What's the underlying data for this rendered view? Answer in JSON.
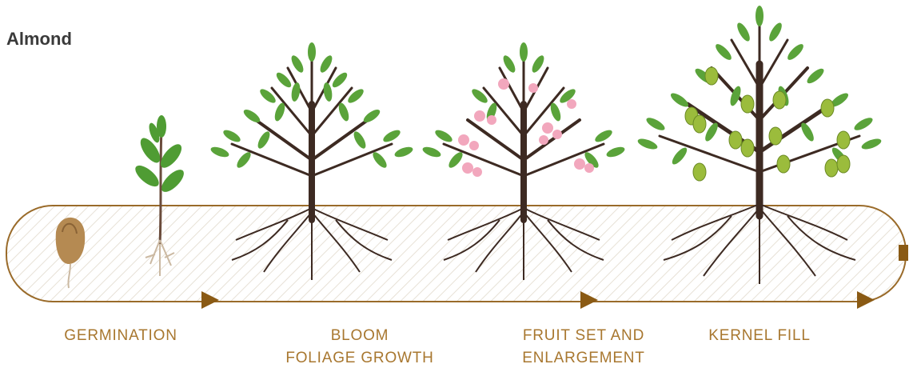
{
  "title": "Almond",
  "stages": {
    "germination": {
      "line1": "GERMINATION",
      "line2": ""
    },
    "bloom": {
      "line1": "BLOOM",
      "line2": "FOLIAGE GROWTH"
    },
    "fruit_set": {
      "line1": "FRUIT SET AND",
      "line2": "ENLARGEMENT"
    },
    "kernel_fill": {
      "line1": "KERNEL FILL",
      "line2": ""
    }
  },
  "colors": {
    "track_outline": "#9a6b2a",
    "arrow": "#8a5a14",
    "label": "#a8772f",
    "trunk": "#3d2a22",
    "leaf": "#5aa33a",
    "blossom": "#f2a7bd",
    "almond": "#9bbc3c",
    "seed": "#b58a52"
  }
}
